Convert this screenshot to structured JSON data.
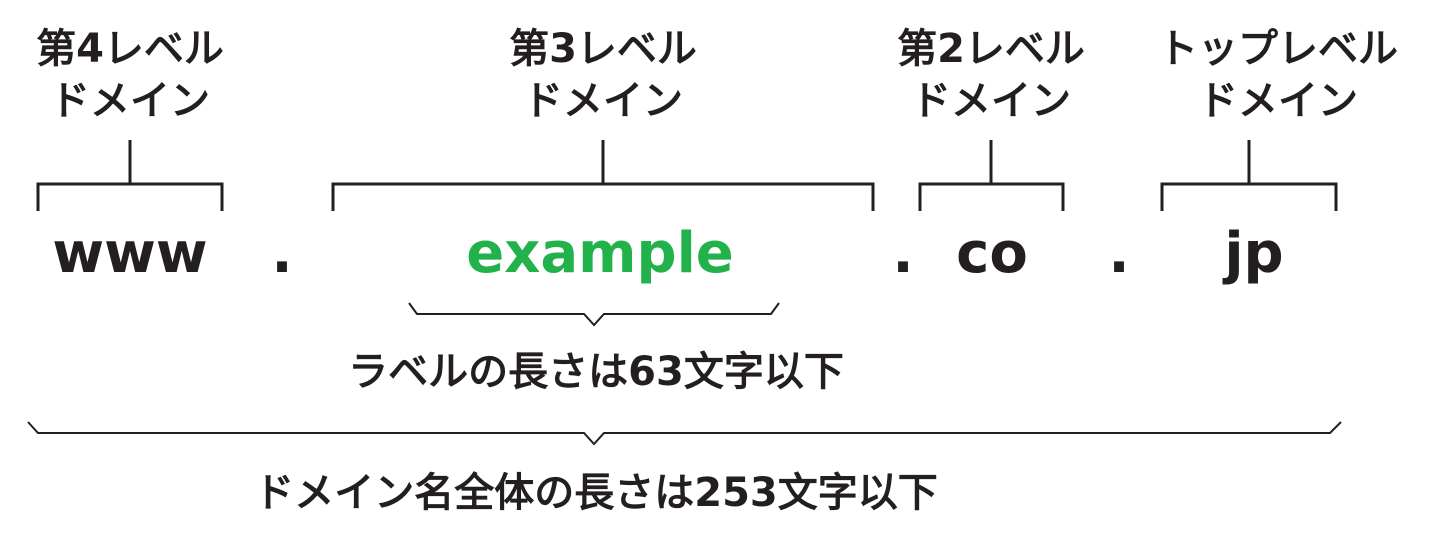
{
  "levels": [
    {
      "line1": "第4レベル",
      "line2": "ドメイン"
    },
    {
      "line1": "第3レベル",
      "line2": "ドメイン"
    },
    {
      "line1": "第2レベル",
      "line2": "ドメイン"
    },
    {
      "line1": "トップレベル",
      "line2": "ドメイン"
    }
  ],
  "parts": [
    "www",
    "example",
    "co",
    "jp"
  ],
  "separator": ".",
  "label_limit_note": "ラベルの長さは63文字以下",
  "domain_limit_note": "ドメイン名全体の長さは253文字以下",
  "colors": {
    "text": "#231f20",
    "accent": "#22b24c"
  }
}
